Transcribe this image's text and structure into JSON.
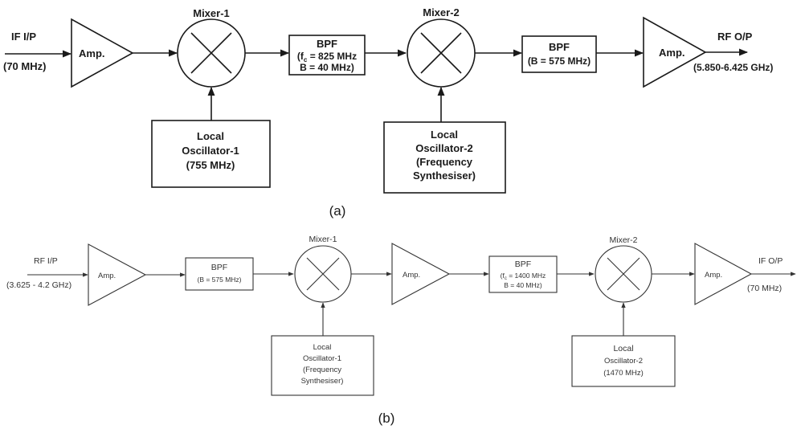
{
  "diagram_a": {
    "input": {
      "label": "IF I/P",
      "freq": "(70 MHz)"
    },
    "amp1": "Amp.",
    "mixer1": "Mixer-1",
    "bpf1": {
      "title": "BPF",
      "fc_prefix": "(f",
      "fc_sub": "c",
      "fc_rest": " = 825 MHz",
      "bw": "B = 40 MHz)"
    },
    "mixer2": "Mixer-2",
    "bpf2": {
      "title": "BPF",
      "bw": "(B = 575 MHz)"
    },
    "amp2": "Amp.",
    "output": {
      "label": "RF O/P",
      "freq": "(5.850-6.425 GHz)"
    },
    "lo1": {
      "line1": "Local",
      "line2": "Oscillator-1",
      "line3": "(755 MHz)"
    },
    "lo2": {
      "line1": "Local",
      "line2": "Oscillator-2",
      "line3": "(Frequency",
      "line4": "Synthesiser)"
    },
    "caption": "(a)"
  },
  "diagram_b": {
    "input": {
      "label": "RF I/P",
      "freq": "(3.625 - 4.2 GHz)"
    },
    "amp1": "Amp.",
    "bpf1": {
      "title": "BPF",
      "bw": "(B = 575 MHz)"
    },
    "mixer1": "Mixer-1",
    "amp2": "Amp.",
    "bpf2": {
      "title": "BPF",
      "fc_prefix": "(f",
      "fc_sub": "c",
      "fc_rest": " = 1400 MHz",
      "bw": "B = 40 MHz)"
    },
    "mixer2": "Mixer-2",
    "amp3": "Amp.",
    "output": {
      "label": "IF O/P",
      "freq": "(70 MHz)"
    },
    "lo1": {
      "line1": "Local",
      "line2": "Oscillator-1",
      "line3": "(Frequency",
      "line4": "Synthesiser)"
    },
    "lo2": {
      "line1": "Local",
      "line2": "Oscillator-2",
      "line3": "(1470 MHz)"
    },
    "caption": "(b)"
  }
}
